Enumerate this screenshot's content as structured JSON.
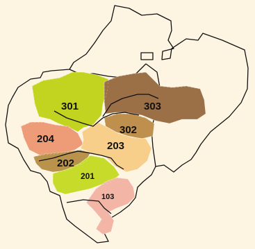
{
  "map": {
    "colors": {
      "background": "#fdf5e2",
      "outline": "#111111",
      "region_301": "#c3d420",
      "region_201": "#c7dc2a",
      "region_204": "#ee9b78",
      "region_103": "#f3b6a6",
      "region_202": "#b9924c",
      "region_302": "#bf8f4e",
      "region_303": "#9c7046",
      "region_203": "#f8cf8a"
    },
    "regions": [
      {
        "id": "301",
        "label": "301",
        "color_key": "region_301"
      },
      {
        "id": "303",
        "label": "303",
        "color_key": "region_303"
      },
      {
        "id": "302",
        "label": "302",
        "color_key": "region_302"
      },
      {
        "id": "204",
        "label": "204",
        "color_key": "region_204"
      },
      {
        "id": "203",
        "label": "203",
        "color_key": "region_203"
      },
      {
        "id": "202",
        "label": "202",
        "color_key": "region_202"
      },
      {
        "id": "201",
        "label": "201",
        "color_key": "region_201"
      },
      {
        "id": "103",
        "label": "103",
        "color_key": "region_103"
      }
    ]
  }
}
